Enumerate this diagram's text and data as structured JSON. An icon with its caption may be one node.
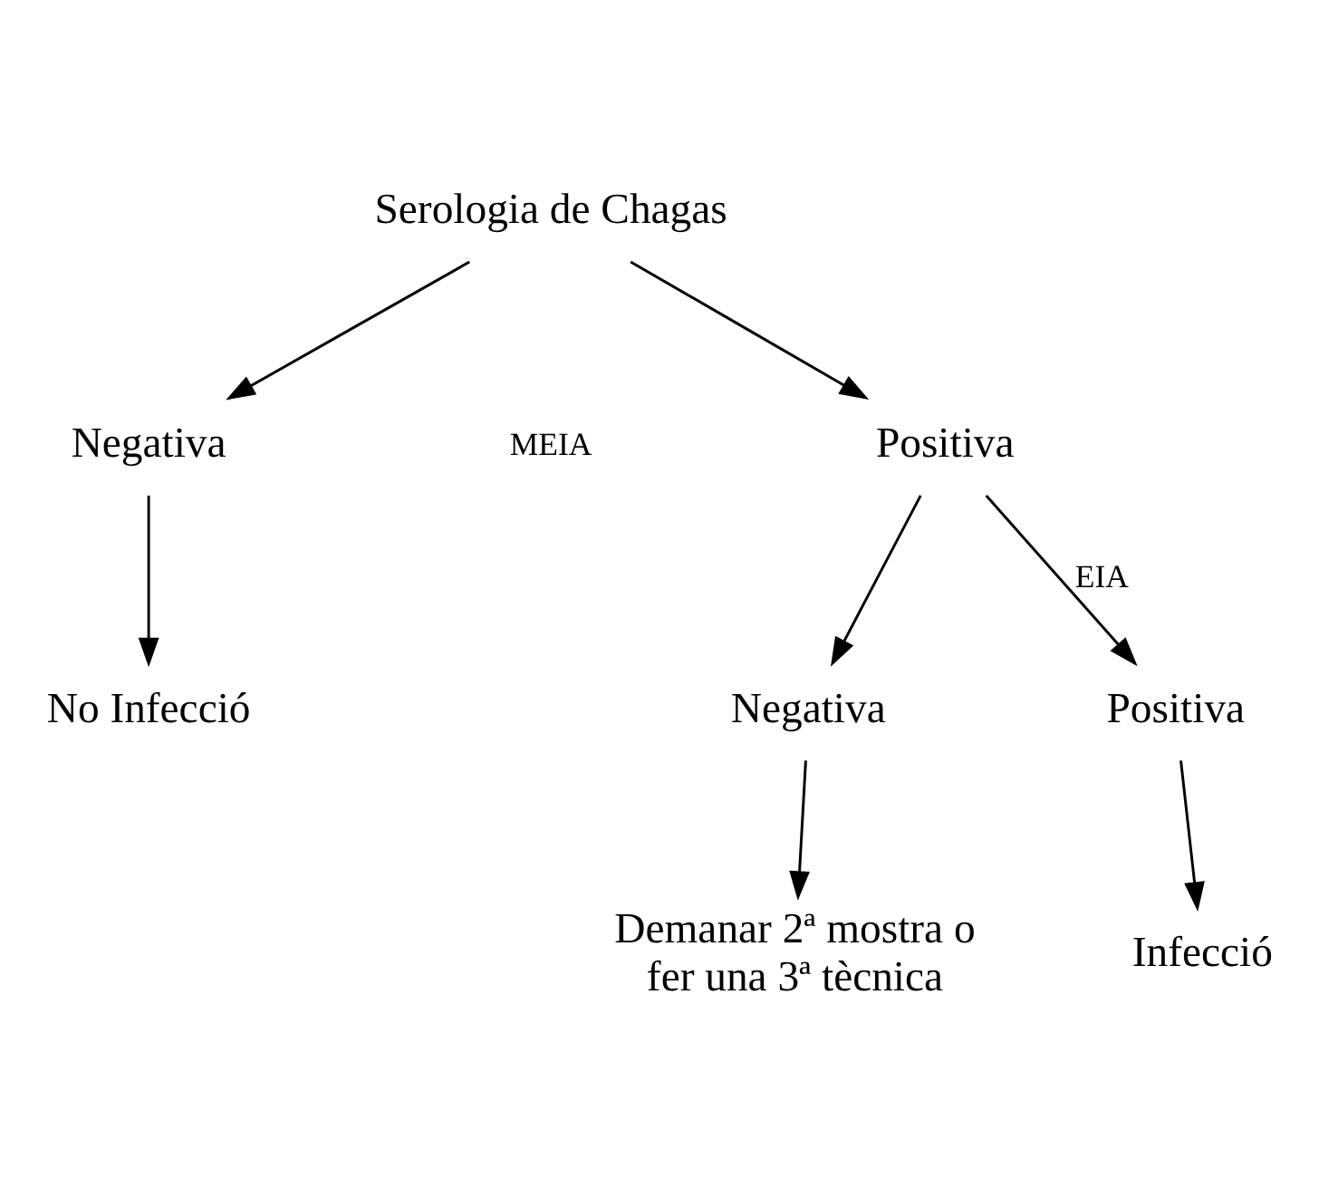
{
  "diagram": {
    "nodes": [
      {
        "text": [
          "Serologia de Chagas"
        ]
      },
      {
        "text": [
          "Negativa"
        ]
      },
      {
        "text": [
          "Positiva"
        ]
      },
      {
        "text": [
          "No Infecció"
        ]
      },
      {
        "text": [
          "Positiva"
        ]
      },
      {
        "text": [
          "Negativa"
        ]
      },
      {
        "text": [
          "Infecció"
        ]
      },
      {
        "text": [
          "Demanar 2ª mostra o fer una 3ª tècnica"
        ]
      }
    ],
    "edges": [
      {
        "from": 0,
        "to": 1,
        "arrow": "to"
      },
      {
        "from": 0,
        "to": 2,
        "arrow": "to"
      },
      {
        "from": 1,
        "to": 3,
        "arrow": "to"
      },
      {
        "from": 2,
        "to": 4,
        "arrow": "to",
        "label": "EIA"
      },
      {
        "from": 2,
        "to": 5,
        "arrow": "to"
      },
      {
        "from": 4,
        "to": 6,
        "arrow": "to"
      },
      {
        "from": 5,
        "to": 7,
        "arrow": "to"
      }
    ],
    "labels": [
      "MEIA"
    ]
  }
}
